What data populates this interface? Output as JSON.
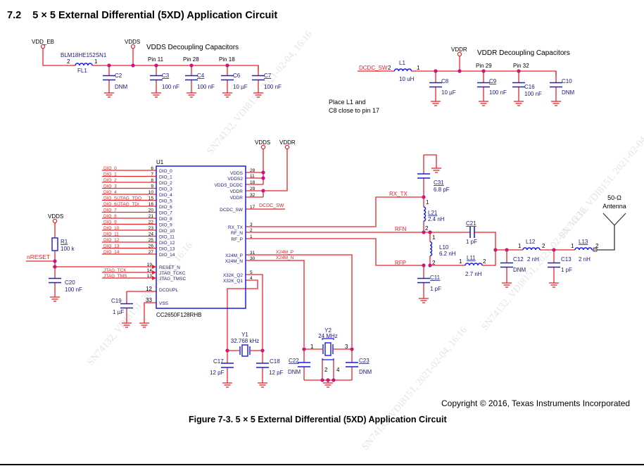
{
  "heading": {
    "number": "7.2",
    "title": "5 × 5 External Differential (5XD) Application Circuit"
  },
  "figure": {
    "caption": "Figure 7-3.  5 × 5 External Differential (5XD) Application Circuit",
    "copyright": "Copyright © 2016, Texas Instruments Incorporated"
  },
  "watermarks": [
    "SN74132, VDI8151, 2021-02-04, 16:16"
  ],
  "colors": {
    "wire": "#e8242b",
    "component": "#1a1ae0",
    "junction": "#c71585",
    "text": "#000000",
    "net_label": "#e8242b",
    "value_text": "#1a1a80"
  },
  "vdds_section": {
    "title": "VDDS Decoupling Capacitors",
    "supply_in": "VDD_EB",
    "supply_rail": "VDDS",
    "ferrite": {
      "ref": "FL1",
      "part": "BLM18HE152SN1",
      "pin_left": "2",
      "pin_right": "1"
    },
    "pins": [
      "Pin 11",
      "Pin 28",
      "Pin 18"
    ],
    "capacitors": [
      {
        "ref": "C2",
        "value": "DNM"
      },
      {
        "ref": "C3",
        "value": "100 nF"
      },
      {
        "ref": "C4",
        "value": "100 nF"
      },
      {
        "ref": "C6",
        "value": "10 µF"
      },
      {
        "ref": "C7",
        "value": "100 nF"
      }
    ]
  },
  "vddr_section": {
    "title": "VDDR Decoupling Capacitors",
    "net_in": "DCDC_SW",
    "supply_rail": "VDDR",
    "inductor": {
      "ref": "L1",
      "value": "10 uH",
      "pin_left": "2",
      "pin_right": "1"
    },
    "pins": [
      "Pin 29",
      "Pin 32"
    ],
    "capacitors": [
      {
        "ref": "C8",
        "value": "10 µF"
      },
      {
        "ref": "C9",
        "value": "100 nF"
      },
      {
        "ref": "C16",
        "value": "100 nF"
      },
      {
        "ref": "C10",
        "value": "DNM"
      }
    ],
    "note": [
      "Place L1 and",
      "C8 close to pin 17"
    ]
  },
  "mcu": {
    "ref": "U1",
    "part": "CC2650F128RHB",
    "left_pins": [
      {
        "net": "DIO_0",
        "num": "6",
        "name": "DIO_0"
      },
      {
        "net": "DIO_1",
        "num": "7",
        "name": "DIO_1"
      },
      {
        "net": "DIO_2",
        "num": "8",
        "name": "DIO_2"
      },
      {
        "net": "DIO_3",
        "num": "9",
        "name": "DIO_3"
      },
      {
        "net": "DIO_4",
        "num": "10",
        "name": "DIO_4"
      },
      {
        "net": "DIO_5/JTAG_TDO",
        "num": "15",
        "name": "DIO_5"
      },
      {
        "net": "DIO_6/JTAG_TDI",
        "num": "16",
        "name": "DIO_6"
      },
      {
        "net": "DIO_7",
        "num": "20",
        "name": "DIO_7"
      },
      {
        "net": "DIO_8",
        "num": "21",
        "name": "DIO_8"
      },
      {
        "net": "DIO_9",
        "num": "22",
        "name": "DIO_9"
      },
      {
        "net": "DIO_10",
        "num": "23",
        "name": "DIO_10"
      },
      {
        "net": "DIO_11",
        "num": "24",
        "name": "DIO_11"
      },
      {
        "net": "DIO_12",
        "num": "25",
        "name": "DIO_12"
      },
      {
        "net": "DIO_13",
        "num": "26",
        "name": "DIO_13"
      },
      {
        "net": "DIO_14",
        "num": "27",
        "name": "DIO_14"
      }
    ],
    "ctrl_pins": [
      {
        "net": "",
        "num": "19",
        "name": "RESET_N"
      },
      {
        "net": "JTAG_TCK",
        "num": "14",
        "name": "JTAG_TCKC"
      },
      {
        "net": "JTAG_TMS",
        "num": "13",
        "name": "JTAG_TMSC"
      }
    ],
    "bottom_left_pins": [
      {
        "num": "12",
        "name": "DCOUPL"
      },
      {
        "num": "33",
        "name": "VSS"
      }
    ],
    "right_pins": [
      {
        "num": "28",
        "name": "VDDS"
      },
      {
        "num": "11",
        "name": "VDDS2"
      },
      {
        "num": "18",
        "name": "VDDS_DCDC"
      },
      {
        "num": "29",
        "name": "VDDR"
      },
      {
        "num": "32",
        "name": "VDDR"
      },
      {
        "num": "17",
        "name": "DCDC_SW",
        "net": "DCDC_SW"
      },
      {
        "num": "3",
        "name": "RX_TX"
      },
      {
        "num": "2",
        "name": "RF_N"
      },
      {
        "num": "1",
        "name": "RF_P"
      },
      {
        "num": "31",
        "name": "X24M_P",
        "net": "X24M_P"
      },
      {
        "num": "30",
        "name": "X24M_N",
        "net": "X24M_N"
      },
      {
        "num": "5",
        "name": "X32K_Q2"
      },
      {
        "num": "4",
        "name": "X32K_Q1"
      }
    ],
    "top_supplies": [
      "VDDS",
      "VDDR"
    ]
  },
  "reset_circuit": {
    "supply": "VDDS",
    "net": "nRESET",
    "resistor": {
      "ref": "R1",
      "value": "100 k"
    },
    "capacitor": {
      "ref": "C20",
      "value": "100 nF"
    },
    "dcoupl_cap": {
      "ref": "C19",
      "value": "1 µF"
    }
  },
  "crystals": {
    "y1": {
      "ref": "Y1",
      "freq": "32.768 kHz",
      "caps": [
        {
          "ref": "C17",
          "value": "12 pF"
        },
        {
          "ref": "C18",
          "value": "12 pF"
        }
      ]
    },
    "y2": {
      "ref": "Y2",
      "freq": "24 MHz",
      "pins": [
        "1",
        "3",
        "2",
        "4"
      ],
      "caps": [
        {
          "ref": "C22",
          "value": "DNM"
        },
        {
          "ref": "C23",
          "value": "DNM"
        }
      ]
    }
  },
  "rf_frontend": {
    "nets": {
      "rx_tx": "RX_TX",
      "rfn": "RFN",
      "rfp": "RFP"
    },
    "components": [
      {
        "ref": "C31",
        "value": "6.8 pF"
      },
      {
        "ref": "L21",
        "value": "2.4 nH"
      },
      {
        "ref": "C21",
        "value": "1 pF"
      },
      {
        "ref": "L10",
        "value": "6.2 nH"
      },
      {
        "ref": "L11",
        "value": "2.7 nH"
      },
      {
        "ref": "C11",
        "value": "1 pF"
      },
      {
        "ref": "L12",
        "value": "2 nH"
      },
      {
        "ref": "C12",
        "value": "DNM"
      },
      {
        "ref": "C13",
        "value": "1 pF"
      },
      {
        "ref": "L13",
        "value": "2 nH"
      }
    ],
    "antenna": [
      "50-Ω",
      "Antenna"
    ]
  }
}
